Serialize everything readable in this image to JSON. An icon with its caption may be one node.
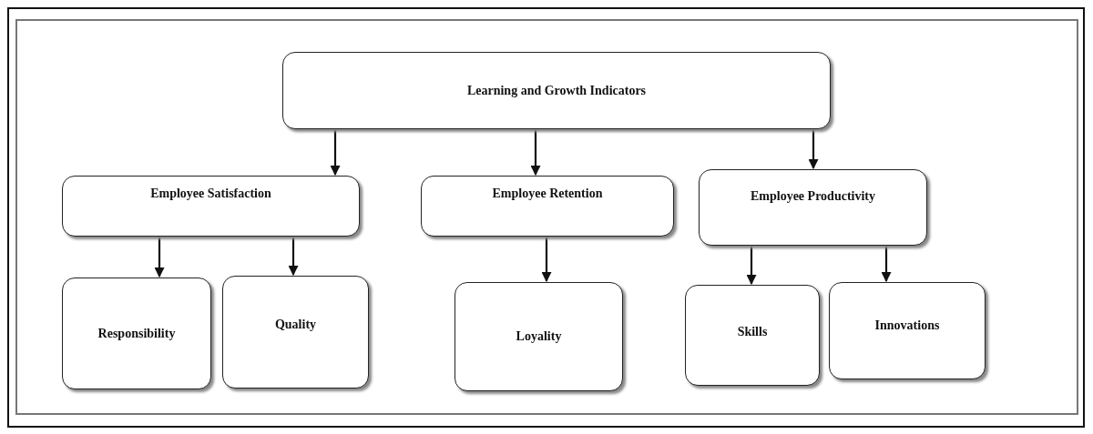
{
  "diagram": {
    "nodes": [
      {
        "text": [
          "Learning and Growth Indicators"
        ]
      },
      {
        "text": [
          "Employee Satisfaction"
        ]
      },
      {
        "text": [
          "Employee Retention"
        ]
      },
      {
        "text": [
          "Employee Productivity"
        ]
      },
      {
        "text": [
          "Responsibility"
        ]
      },
      {
        "text": [
          "Quality"
        ]
      },
      {
        "text": [
          "Loyality"
        ]
      },
      {
        "text": [
          "Skills"
        ]
      },
      {
        "text": [
          "Innovations"
        ]
      }
    ],
    "edges": [
      {
        "from": 0,
        "to": 1,
        "arrow": "to"
      },
      {
        "from": 0,
        "to": 2,
        "arrow": "to"
      },
      {
        "from": 0,
        "to": 3,
        "arrow": "to"
      },
      {
        "from": 1,
        "to": 4,
        "arrow": "to"
      },
      {
        "from": 1,
        "to": 5,
        "arrow": "to"
      },
      {
        "from": 2,
        "to": 6,
        "arrow": "to"
      },
      {
        "from": 3,
        "to": 7,
        "arrow": "to"
      },
      {
        "from": 3,
        "to": 8,
        "arrow": "to"
      }
    ]
  }
}
